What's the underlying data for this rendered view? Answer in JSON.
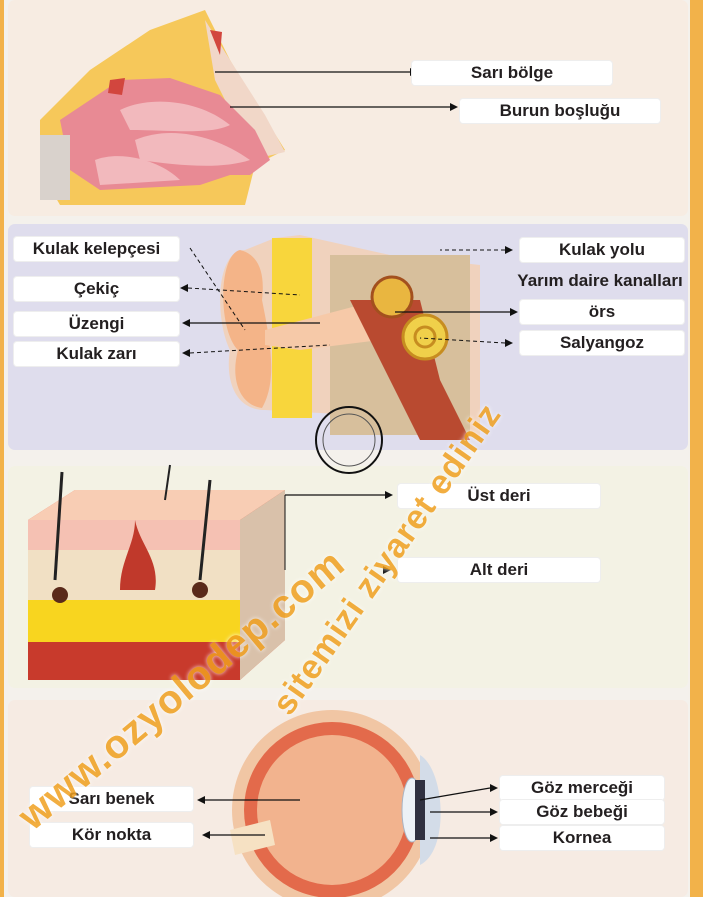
{
  "nose": {
    "labels": [
      "Sarı bölge",
      "Burun boşluğu"
    ]
  },
  "ear": {
    "labels_left": [
      "Kulak kelepçesi",
      "Çekiç",
      "Üzengi",
      "Kulak zarı"
    ],
    "labels_right": [
      "Kulak yolu",
      "Yarım daire kanalları",
      "örs",
      "Salyangoz"
    ]
  },
  "skin": {
    "labels": [
      "Üst deri",
      "Alt deri"
    ]
  },
  "eye": {
    "labels_left": [
      "Sarı benek",
      "Kör nokta"
    ],
    "labels_right": [
      "Göz merceği",
      "Göz bebeği",
      "Kornea"
    ]
  },
  "watermark": {
    "text_main": "www.ozyolodep.com",
    "text_secondary": "sitemizi ziyaret ediniz"
  }
}
